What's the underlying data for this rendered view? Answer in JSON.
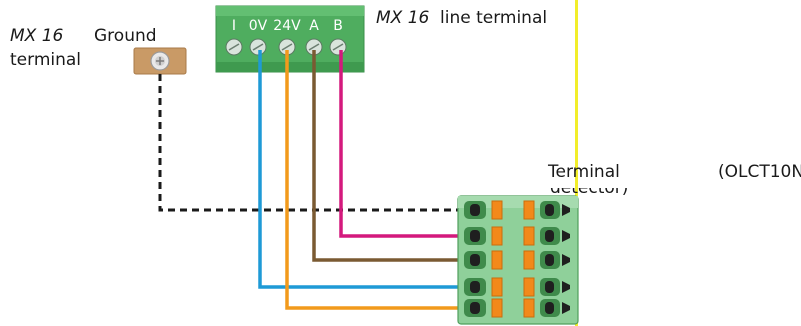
{
  "labels": {
    "mx16_ground_model": "MX 16",
    "ground_word": "Ground",
    "ground_terminal": "terminal",
    "mx16_line_model": "MX 16",
    "line_terminal": "line terminal",
    "terminal_word": "Terminal",
    "olct_model": "(OLCT10N",
    "detector_word": "detector)"
  },
  "terminal_block_pins": [
    "I",
    "0V",
    "24V",
    "A",
    "B"
  ],
  "wires": [
    {
      "from": "0V",
      "color": "#1e9ad6"
    },
    {
      "from": "24V",
      "color": "#f29a1c"
    },
    {
      "from": "A",
      "color": "#7a5a32"
    },
    {
      "from": "B",
      "color": "#d4197d"
    },
    {
      "from": "ground",
      "color": "#1a1a1a",
      "style": "dashed"
    }
  ]
}
